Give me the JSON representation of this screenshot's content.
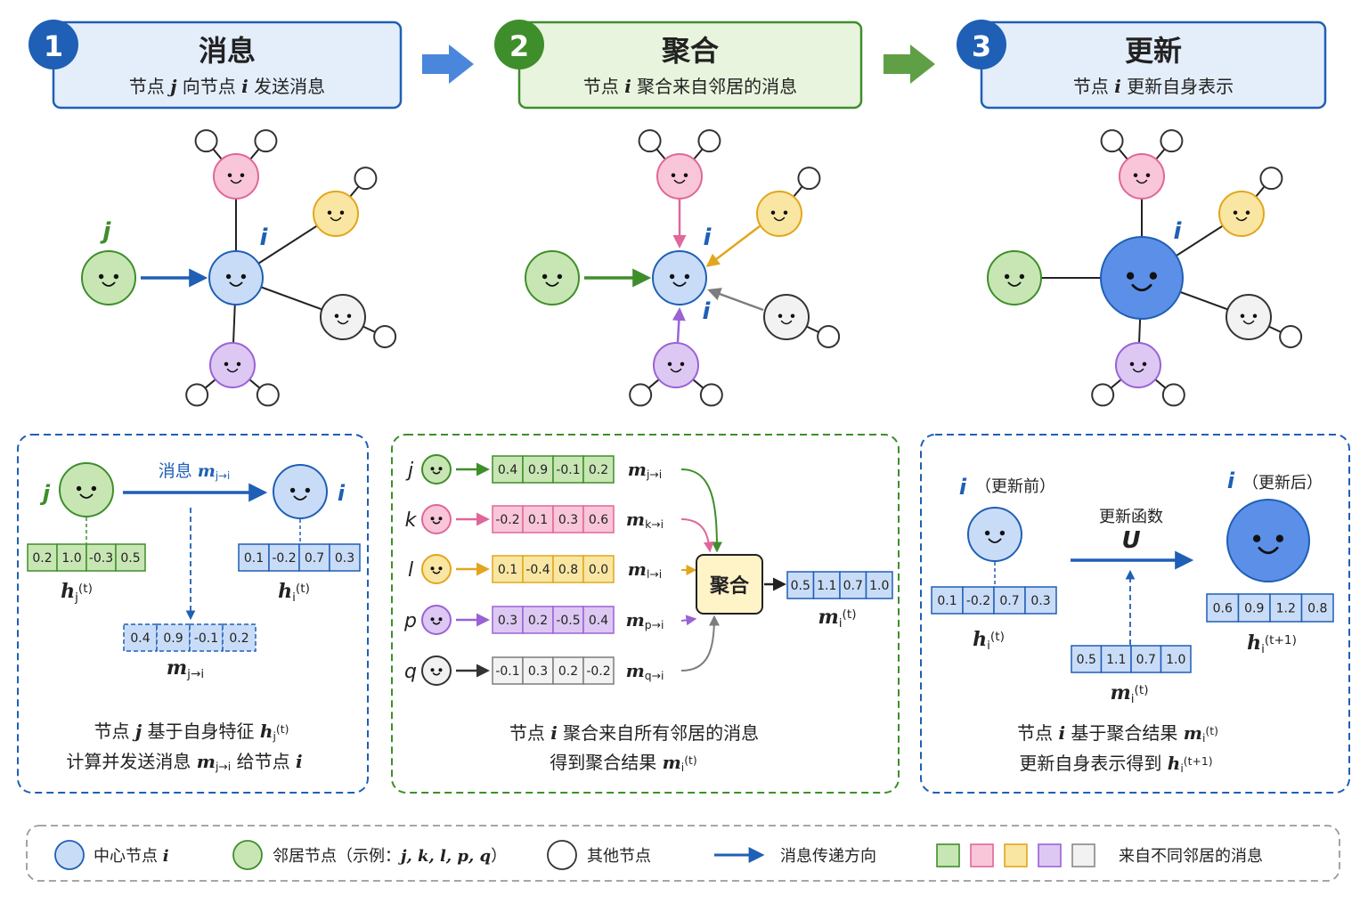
{
  "colors": {
    "blue": "#1f5fb5",
    "blue_fill": "#c9dcf7",
    "blue_big": "#5b8fe8",
    "green": "#3e8e2b",
    "green_fill": "#c8e6b4",
    "pink": "#e0679a",
    "pink_fill": "#f9c6d9",
    "yellow": "#e2a61c",
    "yellow_fill": "#fae6a3",
    "purple": "#9a62d6",
    "purple_fill": "#ddc8f3",
    "gray": "#7d7d7d",
    "gray_fill": "#f2f2f2"
  },
  "steps": [
    {
      "number": "1",
      "title": "消息",
      "subtitle_pre": "节点",
      "var_a": "j",
      "subtitle_mid": "向节点",
      "var_b": "i",
      "subtitle_post": "发送消息",
      "color": "blue"
    },
    {
      "number": "2",
      "title": "聚合",
      "subtitle_pre": "节点",
      "var_a": "i",
      "subtitle_mid": "聚合来自邻居的消息",
      "var_b": "",
      "subtitle_post": "",
      "color": "green"
    },
    {
      "number": "3",
      "title": "更新",
      "subtitle_pre": "节点",
      "var_a": "i",
      "subtitle_mid": "更新自身表示",
      "var_b": "",
      "subtitle_post": "",
      "color": "blue"
    }
  ],
  "graph_labels": {
    "center": "i",
    "neighbor": "j"
  },
  "panel1": {
    "node_j": "j",
    "node_i": "i",
    "message_label": "消息",
    "message_var": "m",
    "message_sub": "j→i",
    "vec_hj": [
      "0.2",
      "1.0",
      "-0.3",
      "0.5"
    ],
    "vec_hi": [
      "0.1",
      "-0.2",
      "0.7",
      "0.3"
    ],
    "vec_m": [
      "0.4",
      "0.9",
      "-0.1",
      "0.2"
    ],
    "label_h": "h",
    "label_t": "(t)",
    "sub_j": "j",
    "sub_i": "i",
    "caption_line1_pre": "节点",
    "caption_line1_var": "j",
    "caption_line1_mid": "基于自身特征",
    "caption_line2_pre": "计算并发送消息",
    "caption_line2_post": "给节点",
    "caption_line2_var": "i"
  },
  "panel2": {
    "rows": [
      {
        "node": "j",
        "values": [
          "0.4",
          "0.9",
          "-0.1",
          "0.2"
        ],
        "msg_sub": "j→i",
        "color": "green"
      },
      {
        "node": "k",
        "values": [
          "-0.2",
          "0.1",
          "0.3",
          "0.6"
        ],
        "msg_sub": "k→i",
        "color": "pink"
      },
      {
        "node": "l",
        "values": [
          "0.1",
          "-0.4",
          "0.8",
          "0.0"
        ],
        "msg_sub": "l→i",
        "color": "yellow"
      },
      {
        "node": "p",
        "values": [
          "0.3",
          "0.2",
          "-0.5",
          "0.4"
        ],
        "msg_sub": "p→i",
        "color": "purple"
      },
      {
        "node": "q",
        "values": [
          "-0.1",
          "0.3",
          "0.2",
          "-0.2"
        ],
        "msg_sub": "q→i",
        "color": "gray"
      }
    ],
    "aggregate_label": "聚合",
    "result_values": [
      "0.5",
      "1.1",
      "0.7",
      "1.0"
    ],
    "caption_line1_pre": "节点",
    "caption_line1_var": "i",
    "caption_line1_post": "聚合来自所有邻居的消息",
    "caption_line2_pre": "得到聚合结果"
  },
  "panel3": {
    "node_var": "i",
    "before_label": "（更新前）",
    "after_label": "（更新后）",
    "vec_before": [
      "0.1",
      "-0.2",
      "0.7",
      "0.3"
    ],
    "vec_m": [
      "0.5",
      "1.1",
      "0.7",
      "1.0"
    ],
    "vec_after": [
      "0.6",
      "0.9",
      "1.2",
      "0.8"
    ],
    "update_fn_label": "更新函数",
    "update_fn_var": "U",
    "label_t1": "(t+1)",
    "caption_line1_pre": "节点",
    "caption_line1_var": "i",
    "caption_line1_mid": "基于聚合结果",
    "caption_line2_pre": "更新自身表示得到"
  },
  "legend": [
    {
      "kind": "node",
      "color": "blue",
      "label": "中心节点",
      "var": "i"
    },
    {
      "kind": "node",
      "color": "green",
      "label": "邻居节点（示例：",
      "var": "j, k, l, p, q",
      "label_post": "）"
    },
    {
      "kind": "node",
      "color": "gray",
      "label": "其他节点",
      "var": ""
    },
    {
      "kind": "arrow",
      "color": "blue",
      "label": "消息传递方向",
      "var": ""
    },
    {
      "kind": "swatches",
      "colors": [
        "green",
        "pink",
        "yellow",
        "purple",
        "gray"
      ],
      "label": "来自不同邻居的消息",
      "var": ""
    }
  ]
}
